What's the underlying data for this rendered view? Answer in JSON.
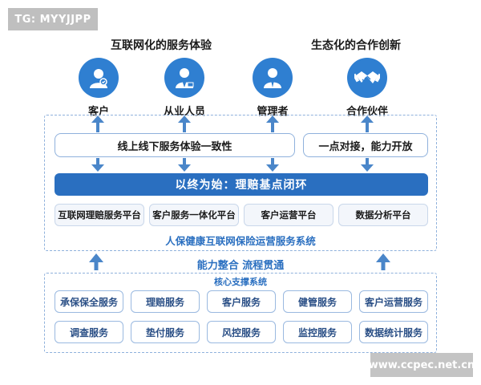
{
  "watermark": "TG: MYYJJPP",
  "site_mark": "www.ccpec.net.cn",
  "headlines": {
    "left": "互联网化的服务体验",
    "right": "生态化的合作创新"
  },
  "roles": [
    {
      "label": "客户",
      "icon": "customer-icon"
    },
    {
      "label": "从业人员",
      "icon": "staff-icon"
    },
    {
      "label": "管理者",
      "icon": "manager-icon"
    },
    {
      "label": "合作伙伴",
      "icon": "handshake-icon"
    }
  ],
  "experience": {
    "consistency": "线上线下服务体验一致性",
    "openness": "一点对接，能力开放"
  },
  "main_bar": "以终为始：理赔基点闭环",
  "platforms": [
    "互联网理赔服务平台",
    "客户服务一体化平台",
    "客户运营平台",
    "数据分析平台"
  ],
  "system_title": "人保健康互联网保险运营服务系统",
  "integration": "能力整合  流程贯通",
  "core": {
    "title": "核心支撑系统",
    "row1": [
      "承保保全服务",
      "理赔服务",
      "客户服务",
      "健管服务",
      "客户运营服务"
    ],
    "row2": [
      "调查服务",
      "垫付服务",
      "风控服务",
      "监控服务",
      "数据统计服务"
    ]
  },
  "colors": {
    "primary": "#2a6fc0",
    "icon_blue": "#2f7fd1",
    "border": "#8fb1dc"
  }
}
